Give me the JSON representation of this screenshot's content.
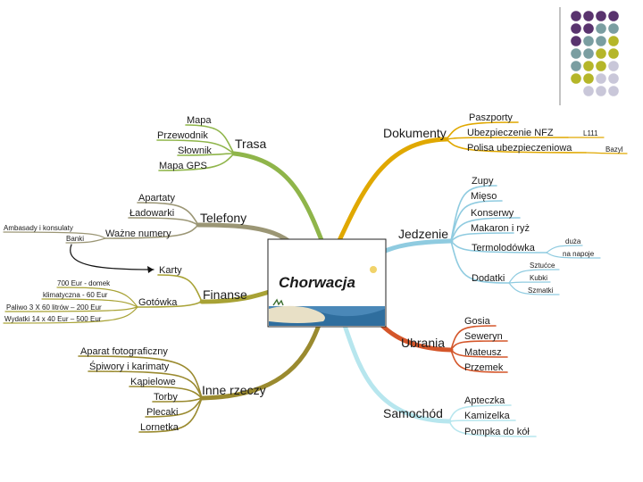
{
  "center": {
    "title": "Chorwacja"
  },
  "branches": {
    "trasa": {
      "label": "Trasa",
      "color": "#8fb54a",
      "items": [
        "Mapa",
        "Przewodnik",
        "Słownik",
        "Mapa GPS"
      ]
    },
    "telefony": {
      "label": "Telefony",
      "color": "#9b9675",
      "items": [
        "Apartaty",
        "Ładowarki",
        "Ważne numery"
      ],
      "subitems": [
        "Ambasady i konsulaty",
        "Banki"
      ]
    },
    "finanse": {
      "label": "Finanse",
      "color": "#a8a235",
      "items": [
        "Karty",
        "Gotówka"
      ],
      "subitems": [
        "700 Eur - domek",
        "klimatyczna - 60 Eur",
        "Paliwo 3 X 60 litrów – 200 Eur",
        "Wydatki 14 x 40 Eur – 500 Eur"
      ]
    },
    "inne": {
      "label": "Inne rzeczy",
      "color": "#9a8a2f",
      "items": [
        "Aparat fotograficzny",
        "Śpiwory i karimaty",
        "Kąpielowe",
        "Torby",
        "Plecaki",
        "Lornetka"
      ]
    },
    "dokumenty": {
      "label": "Dokumenty",
      "color": "#e0a800",
      "items": [
        "Paszporty",
        "Ubezpieczenie NFZ",
        "Polisa ubezpieczeniowa"
      ],
      "subitems": [
        "L111",
        "Bazyl"
      ]
    },
    "jedzenie": {
      "label": "Jedzenie",
      "color": "#8fcbe0",
      "items": [
        "Zupy",
        "Mięso",
        "Konserwy",
        "Makaron i ryż",
        "Termolodówka",
        "Dodatki"
      ],
      "subitems": [
        "duża",
        "na napoje",
        "Sztućce",
        "Kubki",
        "Szmatki"
      ]
    },
    "ubrania": {
      "label": "Ubrania",
      "color": "#d4562a",
      "items": [
        "Gosia",
        "Seweryn",
        "Mateusz",
        "Przemek"
      ]
    },
    "samochod": {
      "label": "Samochód",
      "color": "#b7e6ee",
      "items": [
        "Apteczka",
        "Kamizelka",
        "Pompka do kół"
      ]
    }
  },
  "colors": {
    "purple": "#59336e",
    "teal": "#7a9ea1",
    "olive": "#b5b629",
    "lavender": "#c9c7d9",
    "divider": "#9b9b9b"
  }
}
